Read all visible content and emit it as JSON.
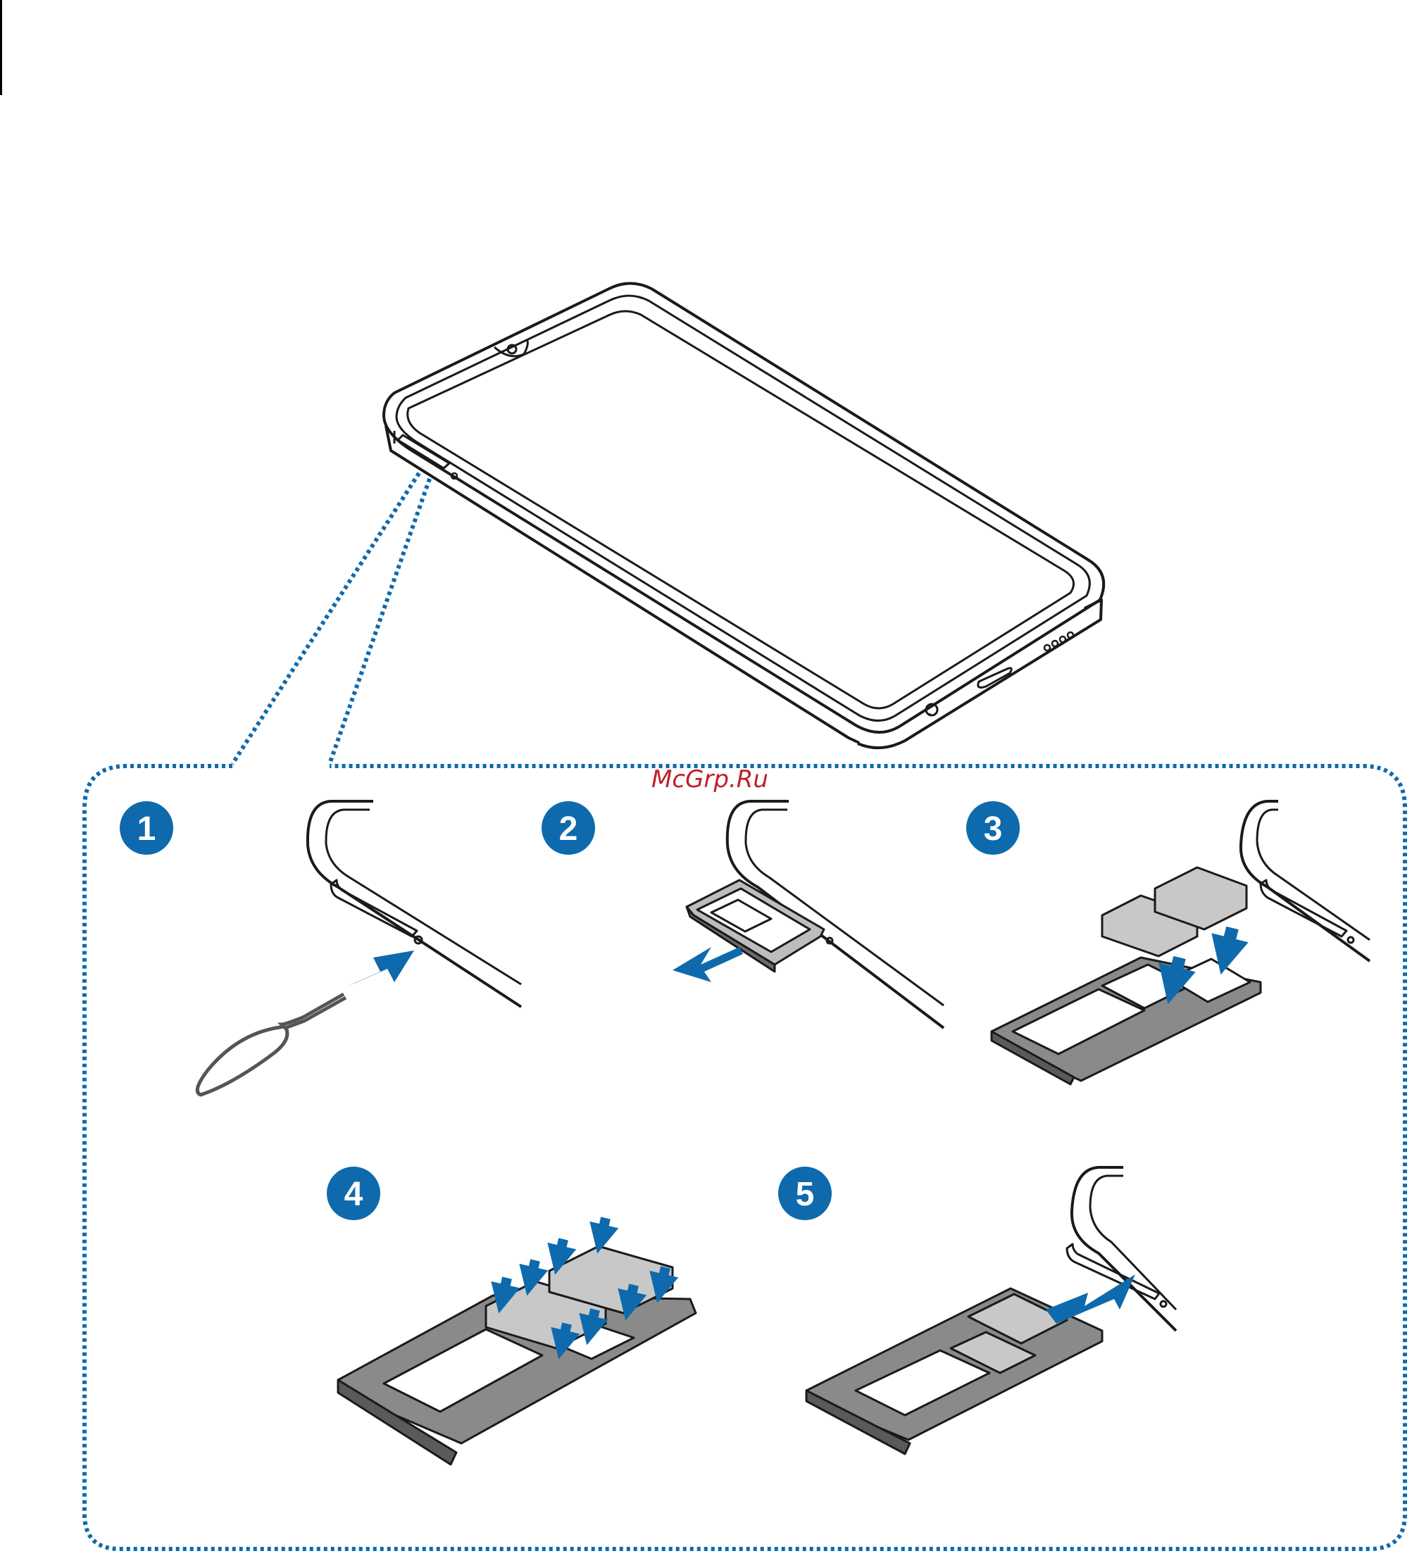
{
  "watermark": "McGrp.Ru",
  "steps": [
    "1",
    "2",
    "3",
    "4",
    "5"
  ],
  "colors": {
    "accent": "#0e6aad",
    "line": "#1a1a1a",
    "tray": "#6b6b6b",
    "card": "#c8c8c8",
    "watermark": "#c0202a"
  },
  "icons": [
    "sim-ejection-pin-icon",
    "arrow-icon",
    "phone-outline",
    "sim-tray",
    "sim-card"
  ]
}
